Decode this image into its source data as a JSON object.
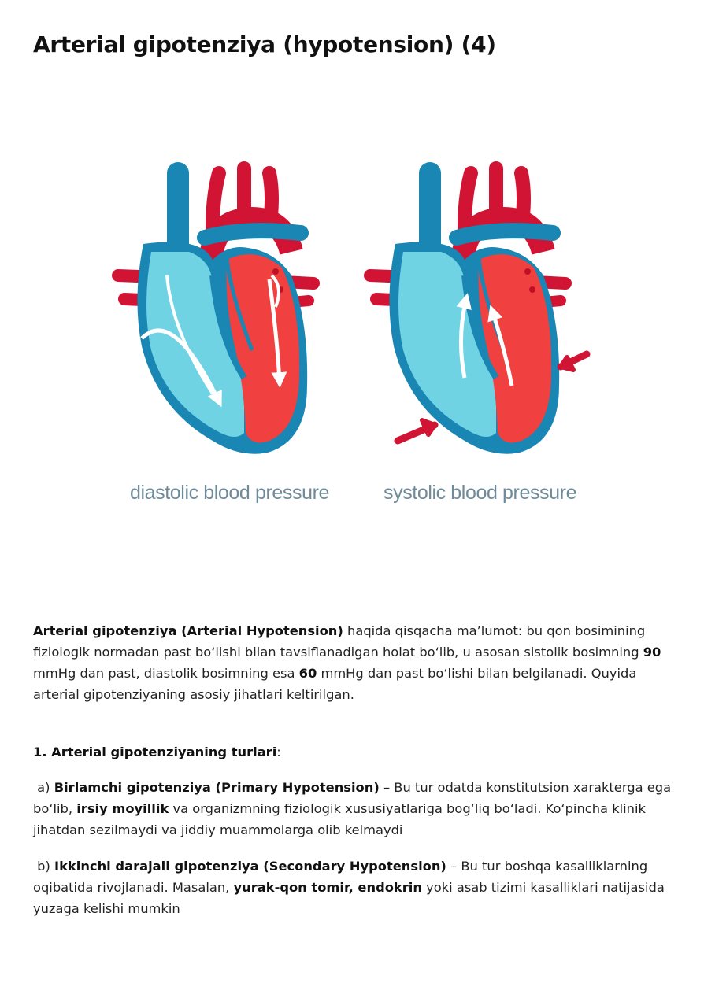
{
  "title": "Arterial gipotenziya (hypotension) (4)",
  "figure": {
    "caption_left": "diastolic blood pressure",
    "caption_right": "systolic blood pressure"
  },
  "intro": {
    "bold_term": "Arterial gipotenziya (Arterial Hypotension)",
    "text1": " haqida qisqacha ma’lumot: bu qon bosimining fiziologik normadan past bo‘lishi bilan tavsiflanadigan holat bo‘lib, u asosan sistolik bosimning ",
    "num1": "90",
    "text2": " mmHg dan past, diastolik bosimning esa ",
    "num2": "60",
    "text3": " mmHg dan past bo‘lishi bilan belgilanadi. Quyida arterial gipotenziyaning asosiy jihatlari keltirilgan."
  },
  "section1": {
    "heading": "1. Arterial gipotenziyaning turlari",
    "colon": ":"
  },
  "item_a": {
    "prefix": " a) ",
    "bold": "Birlamchi gipotenziya (Primary Hypotension)",
    "text1": " – Bu tur odatda konstitutsion xarakterga ega bo‘lib, ",
    "bold2": "irsiy moyillik",
    "text2": " va organizmning fiziologik xususiyatlariga bog‘liq bo‘ladi. Ko‘pincha klinik jihatdan sezilmaydi va jiddiy muammolarga olib kelmaydi"
  },
  "item_b": {
    "prefix": " b) ",
    "bold": "Ikkinchi darajali gipotenziya (Secondary Hypotension)",
    "text1": " – Bu tur boshqa kasalliklarning oqibatida rivojlanadi. Masalan, ",
    "bold2": "yurak-qon tomir, endokrin",
    "text2": " yoki asab tizimi kasalliklari natijasida yuzaga kelishi mumkin"
  },
  "colors": {
    "blue_dark": "#1a86b4",
    "blue_light": "#6fd3e3",
    "red": "#f04040",
    "red_dark": "#d11434",
    "caption_gray": "#6f8b99"
  }
}
